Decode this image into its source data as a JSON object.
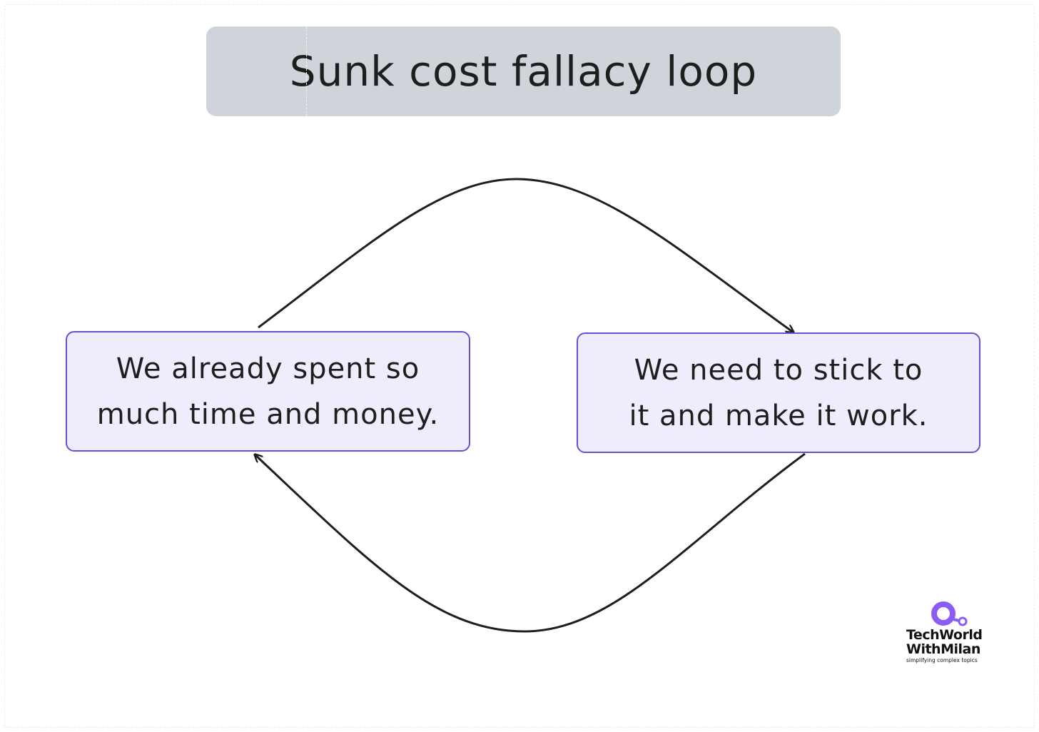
{
  "diagram": {
    "title": "Sunk cost fallacy loop",
    "nodes": [
      {
        "id": "left",
        "text": "We already spent so\nmuch time and money."
      },
      {
        "id": "right",
        "text": "We need to stick to\nit and make it work."
      }
    ],
    "edges": [
      {
        "from": "left",
        "to": "right",
        "path": "top-arc"
      },
      {
        "from": "right",
        "to": "left",
        "path": "bottom-arc"
      }
    ]
  },
  "logo": {
    "line1": "TechWorld",
    "line2": "WithMilan",
    "tagline": "simplifying complex topics"
  },
  "colors": {
    "title_bg": "#cfd4db",
    "node_bg": "#efedfc",
    "node_border": "#6b4fd0",
    "stroke": "#1e1e1e",
    "logo_accent": "#8b5cf6"
  }
}
